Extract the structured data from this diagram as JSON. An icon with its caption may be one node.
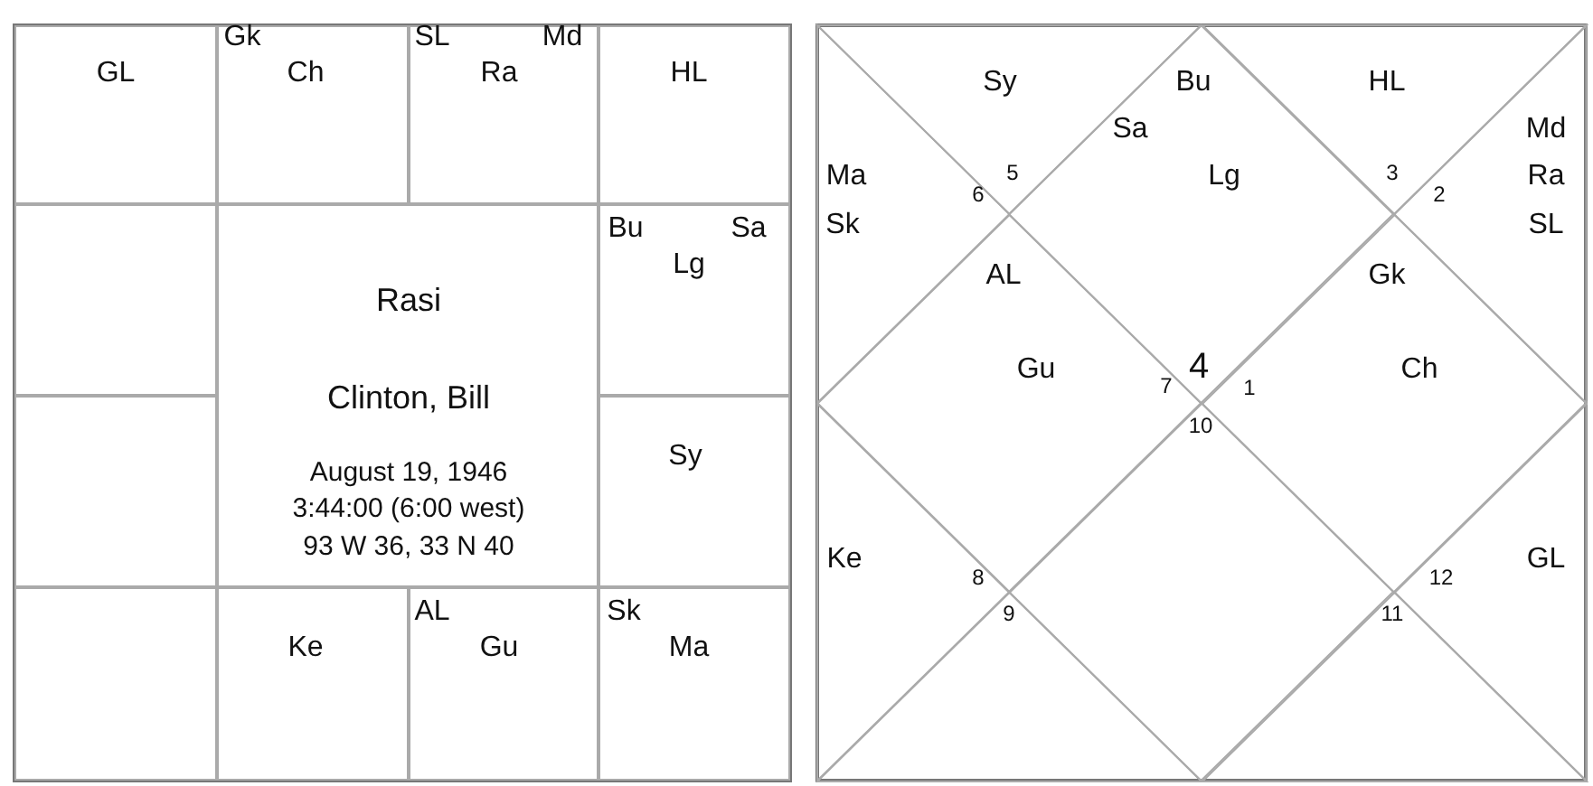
{
  "diagram": {
    "nodes": [
      {
        "text": [
          "GL"
        ]
      },
      {
        "text": [
          "Gk",
          "Ch"
        ]
      },
      {
        "text": [
          "SL",
          "Md",
          "Ra"
        ]
      },
      {
        "text": [
          "HL"
        ]
      },
      {
        "text": [],
        "shape": "box"
      },
      {
        "text": [
          "Rasi",
          "Clinton, Bill",
          "August 19, 1946",
          "3:44:00 (6:00 west)",
          "93 W 36, 33 N 40"
        ]
      },
      {
        "text": [
          "Bu",
          "Sa",
          "Lg"
        ]
      },
      {
        "text": [],
        "shape": "box"
      },
      {
        "text": [
          "Sy"
        ]
      },
      {
        "text": [],
        "shape": "box"
      },
      {
        "text": [
          "Ke"
        ]
      },
      {
        "text": [
          "AL",
          "Gu"
        ]
      },
      {
        "text": [
          "Sk",
          "Ma"
        ]
      },
      {
        "text": [
          "Bu",
          "Sa",
          "Lg",
          "4"
        ]
      },
      {
        "text": [
          "Sy",
          "5"
        ]
      },
      {
        "text": [
          "Ma",
          "Sk",
          "6"
        ]
      },
      {
        "text": [
          "AL",
          "Gu",
          "7"
        ]
      },
      {
        "text": [
          "Ke",
          "8"
        ]
      },
      {
        "text": [
          "9"
        ]
      },
      {
        "text": [
          "10"
        ]
      },
      {
        "text": [
          "11"
        ]
      },
      {
        "text": [
          "GL",
          "12"
        ]
      },
      {
        "text": [
          "Gk",
          "Ch",
          "1"
        ]
      },
      {
        "text": [
          "Md",
          "Ra",
          "SL",
          "2"
        ]
      },
      {
        "text": [
          "HL",
          "3"
        ]
      }
    ]
  }
}
